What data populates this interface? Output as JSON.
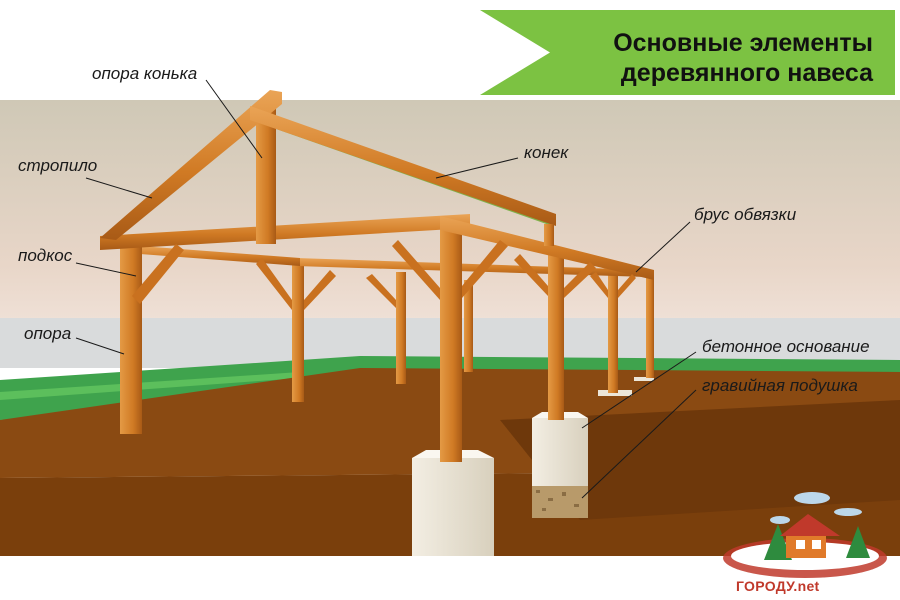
{
  "title": {
    "line1": "Основные элементы",
    "line2": "деревянного навеса"
  },
  "labels": {
    "ridge_support": "опора конька",
    "rafter": "стропило",
    "ridge": "конек",
    "tie_beam": "брус обвязки",
    "brace": "подкос",
    "post": "опора",
    "concrete_base": "бетонное основание",
    "gravel_cushion": "гравийная подушка"
  },
  "logo": {
    "text": "ГОРОДУ.net"
  },
  "colors": {
    "banner_green": "#7cc242",
    "wood": "#d9822b",
    "wood_dark": "#a85a16",
    "soil": "#8a4a12",
    "grass": "#3fa34d",
    "concrete": "#ece6d8"
  }
}
